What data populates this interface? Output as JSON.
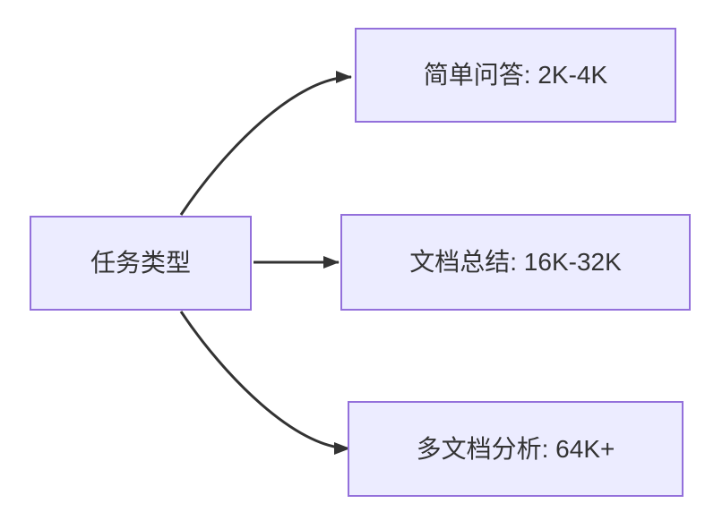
{
  "diagram": {
    "type": "flowchart-left-to-right",
    "root": {
      "label": "任务类型"
    },
    "children": [
      {
        "label": "简单问答: 2K-4K"
      },
      {
        "label": "文档总结: 16K-32K"
      },
      {
        "label": "多文档分析: 64K+"
      }
    ],
    "edges": [
      {
        "from": "任务类型",
        "to": "简单问答: 2K-4K"
      },
      {
        "from": "任务类型",
        "to": "文档总结: 16K-32K"
      },
      {
        "from": "任务类型",
        "to": "多文档分析: 64K+"
      }
    ],
    "colors": {
      "node_fill": "#ECECFF",
      "node_border": "#9370DB",
      "edge": "#333333",
      "text": "#333333",
      "background": "#FFFFFF"
    }
  }
}
